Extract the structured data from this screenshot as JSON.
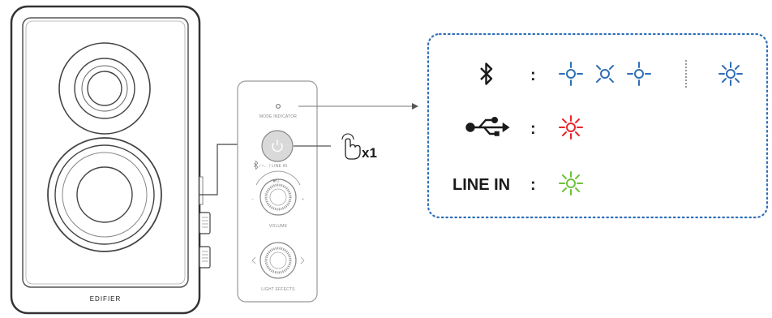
{
  "speaker": {
    "brand": "EDIFIER"
  },
  "panel": {
    "mode_indicator_label": "MODE INDICATOR",
    "source_label": "/ •← / LINE IN",
    "volume_label": "VOLUME",
    "light_effects_label": "LIGHT EFFECTS"
  },
  "press": {
    "count_label": "x1"
  },
  "legend": {
    "line_in_label": "LINE IN",
    "separator": ":",
    "rows": [
      {
        "source": "bluetooth",
        "icon": "bluetooth-icon",
        "color": "#2f6fb7",
        "pattern": "blink, blink, blink | steady"
      },
      {
        "source": "usb",
        "icon": "usb-icon",
        "color": "#e8242a",
        "pattern": "steady"
      },
      {
        "source": "line-in",
        "color": "#6cc23a",
        "pattern": "steady"
      }
    ]
  },
  "colors": {
    "bluetooth": "#2f6fb7",
    "usb": "#e8242a",
    "line_in": "#6cc23a",
    "outline": "#3a3a3a",
    "callout_border": "#2f6fb7"
  }
}
